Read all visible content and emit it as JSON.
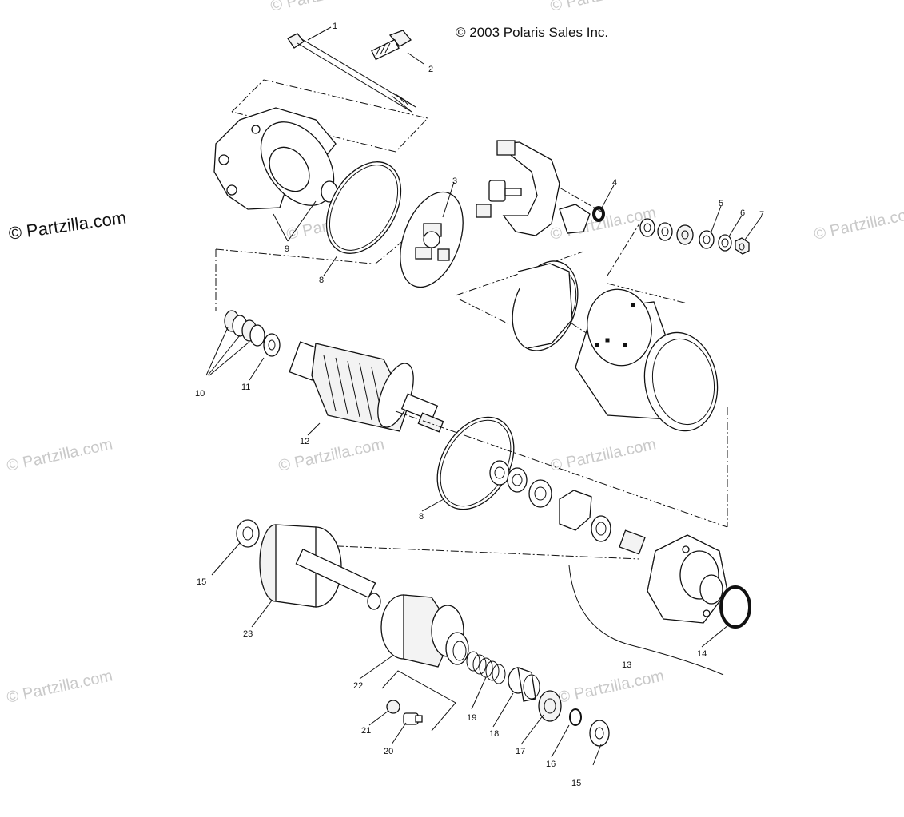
{
  "copyright": "© 2003 Polaris Sales Inc.",
  "partzilla_mark": "© Partzilla.com",
  "watermarks": [
    "© Partzilla.com",
    "© Partzilla.com",
    "© Partzilla.com",
    "© Partzilla.com",
    "© Partzilla.com",
    "© Partzilla.com",
    "© Partzilla.com",
    "© Partzilla.com",
    "© Partzilla.com",
    "© Partzilla.com"
  ],
  "callouts": {
    "c1": "1",
    "c2": "2",
    "c3": "3",
    "c4": "4",
    "c5": "5",
    "c6": "6",
    "c7": "7",
    "c8a": "8",
    "c8b": "8",
    "c9": "9",
    "c10": "10",
    "c11": "11",
    "c12": "12",
    "c13": "13",
    "c14": "14",
    "c15a": "15",
    "c15b": "15",
    "c16": "16",
    "c17": "17",
    "c18": "18",
    "c19": "19",
    "c20": "20",
    "c21": "21",
    "c22": "22",
    "c23": "23"
  },
  "colors": {
    "line": "#111111",
    "watermark": "#c9c9c9",
    "background": "#ffffff"
  }
}
